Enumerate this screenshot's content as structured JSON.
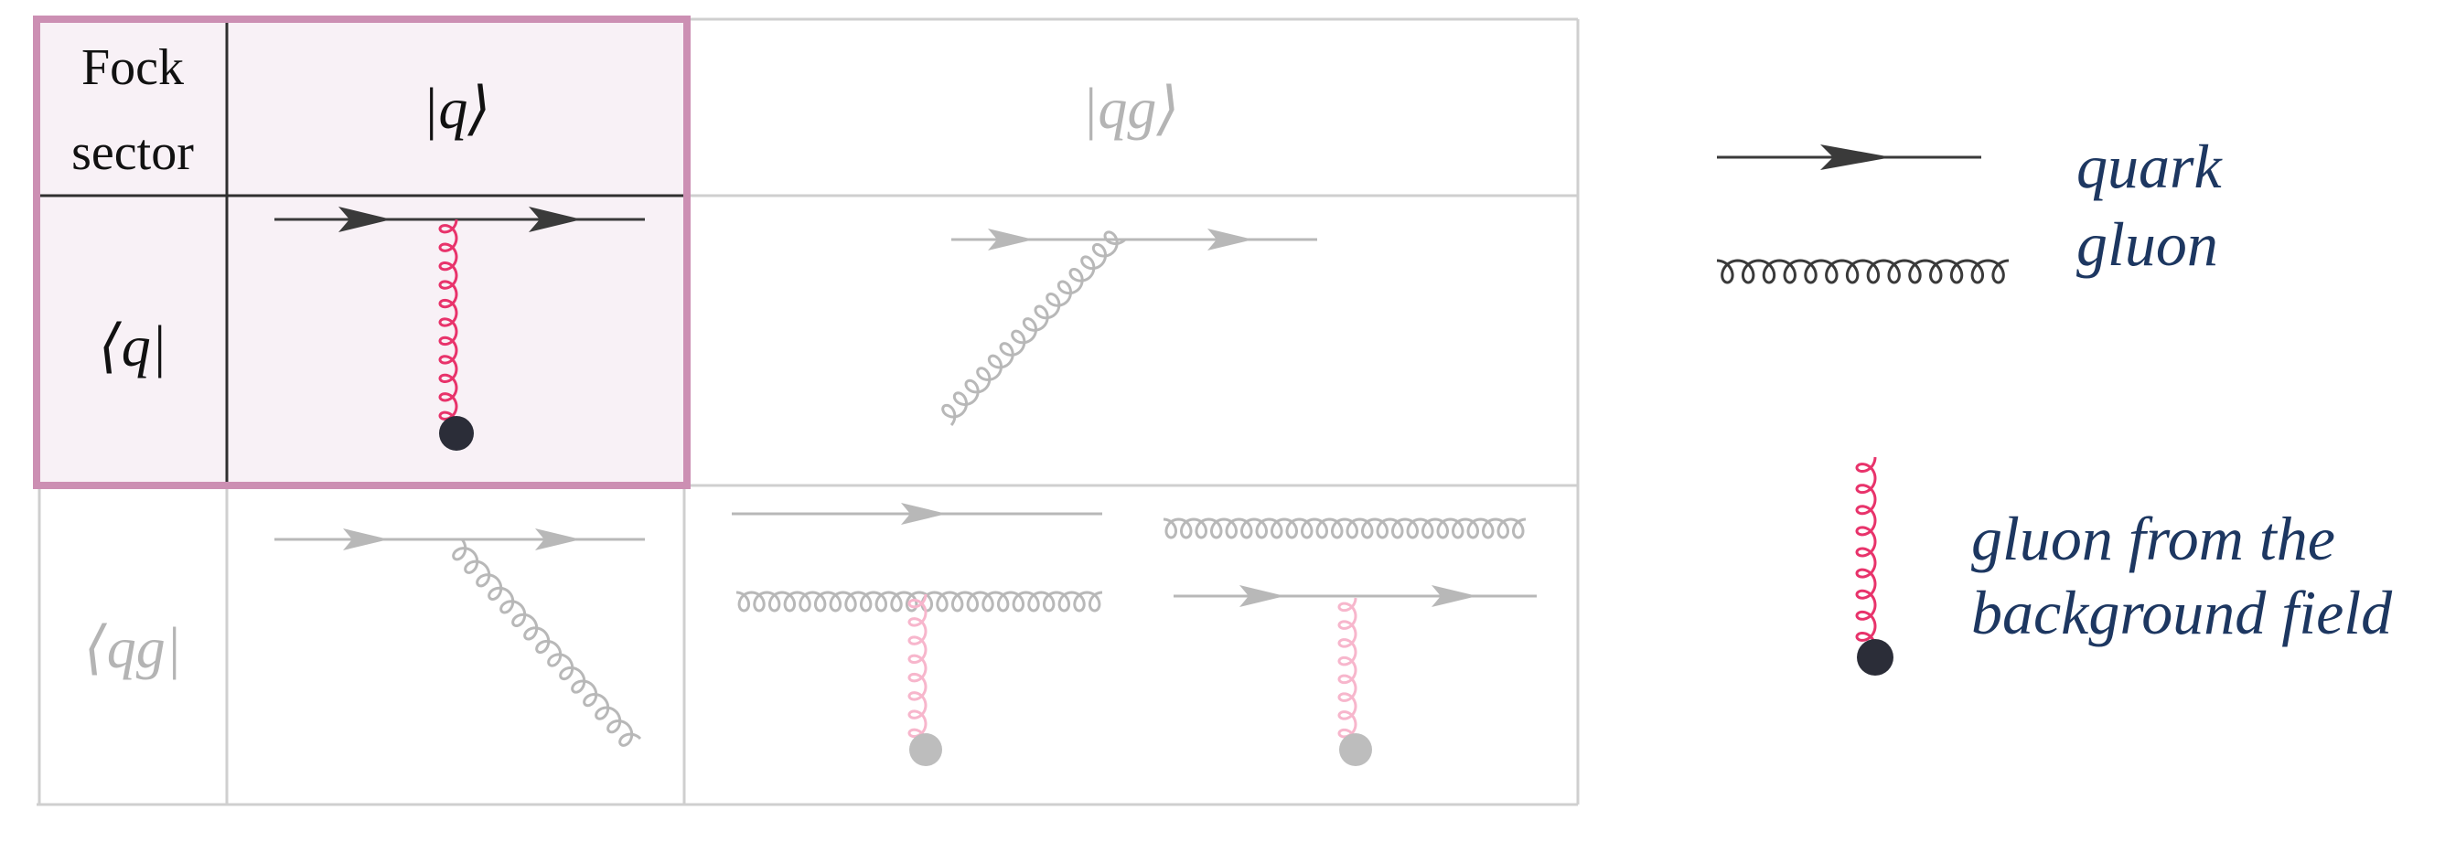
{
  "table": {
    "corner_header_line1": "Fock",
    "corner_header_line2": "sector",
    "col_ket_q": "|q⟩",
    "col_ket_qg": "|qg⟩",
    "row_bra_q": "⟨q|",
    "row_bra_qg": "⟨qg|"
  },
  "legend": {
    "quark_label": "quark",
    "gluon_label": "gluon",
    "background_label_line1": "gluon from the",
    "background_label_line2": "background field"
  },
  "colors": {
    "highlight_border": "#cc8fb3",
    "highlight_fill": "#f8f1f6",
    "background_gluon": "#e8336b",
    "background_gluon_faded": "#f7b6cc",
    "blob": "#2b2d38",
    "blob_faded": "#bdbdbd",
    "grid_line": "#cfcfcf",
    "faded_line": "#b8b8b8",
    "legend_text": "#1d3761"
  }
}
